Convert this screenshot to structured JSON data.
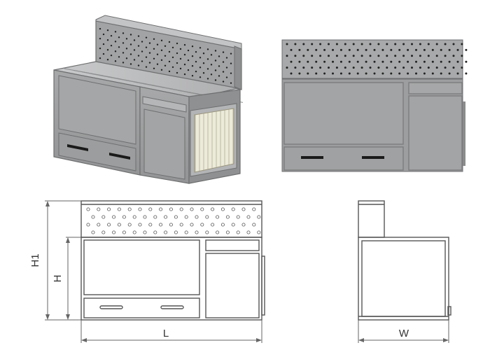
{
  "views": {
    "iso": "isometric-render",
    "front": "front-render",
    "front_drawing": "front-line-drawing",
    "side_drawing": "side-line-drawing"
  },
  "dimensions": {
    "h1": "H1",
    "h": "H",
    "l": "L",
    "w": "W"
  },
  "colors": {
    "steel": "#9fa0a1",
    "steel_dark": "#7a7b7c",
    "steel_light": "#c4c5c6",
    "filter": "#e8e6d6",
    "line": "#555555",
    "dot": "#222222"
  }
}
